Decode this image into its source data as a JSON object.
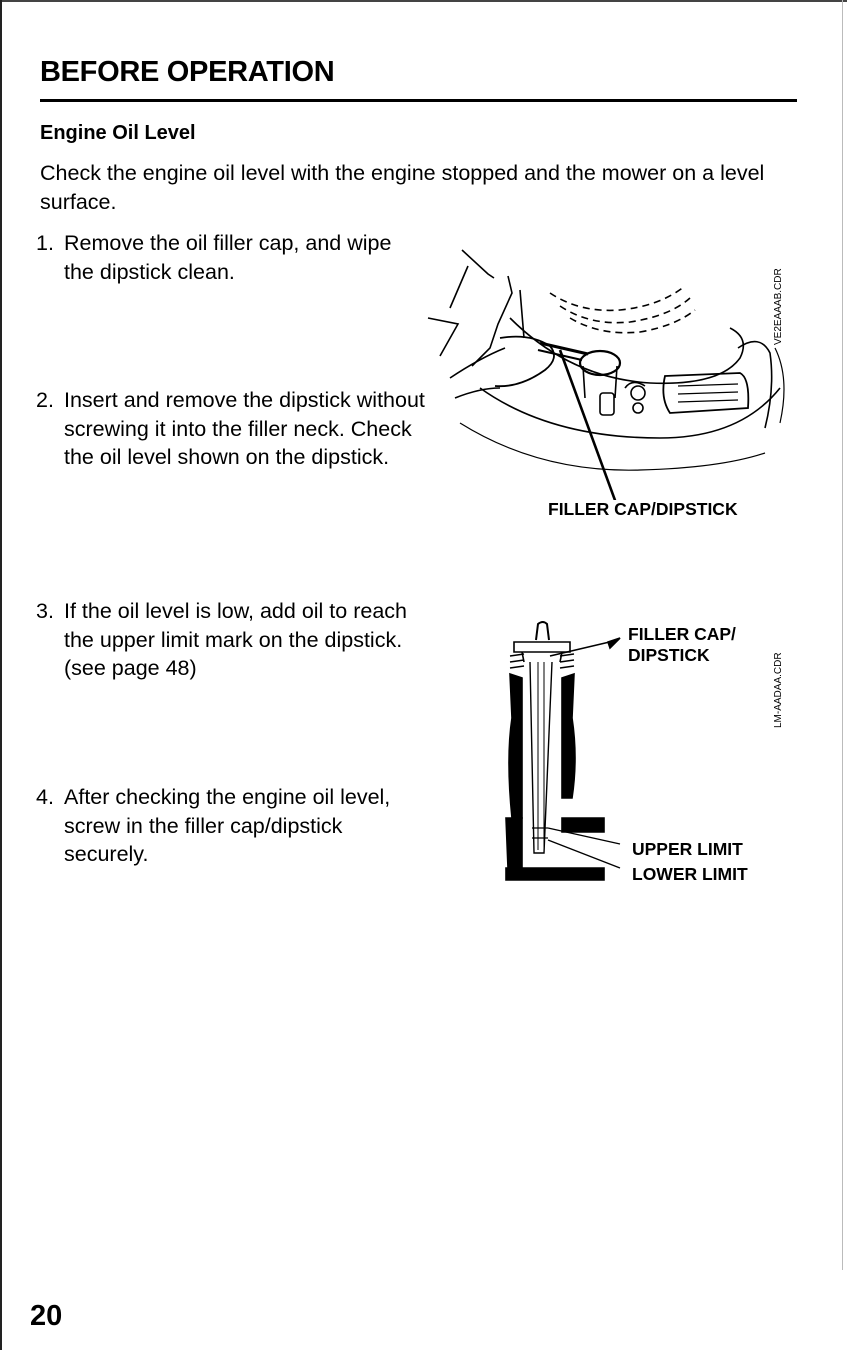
{
  "page": {
    "header": "BEFORE OPERATION",
    "section_title": "Engine Oil Level",
    "intro": "Check the engine oil level with the engine stopped and the mower on a level surface.",
    "steps": [
      {
        "num": "1.",
        "text": "Remove the oil filler cap, and wipe the dipstick clean."
      },
      {
        "num": "2.",
        "text": "Insert and remove the dipstick without screwing it into the filler neck. Check the oil level shown on the dipstick."
      },
      {
        "num": "3.",
        "text": "If the oil level is low, add oil to reach the upper limit mark on the dipstick. (see page 48)"
      },
      {
        "num": "4.",
        "text": "After checking the engine oil level, screw in the filler cap/dipstick securely."
      }
    ],
    "figure1": {
      "label": "FILLER CAP/DIPSTICK",
      "code": "VE2EAAAB.CDR"
    },
    "figure2": {
      "label_cap_line1": "FILLER CAP/",
      "label_cap_line2": "DIPSTICK",
      "label_upper": "UPPER LIMIT",
      "label_lower": "LOWER LIMIT",
      "code": "LM-AADAA.CDR"
    },
    "page_number": "20"
  }
}
